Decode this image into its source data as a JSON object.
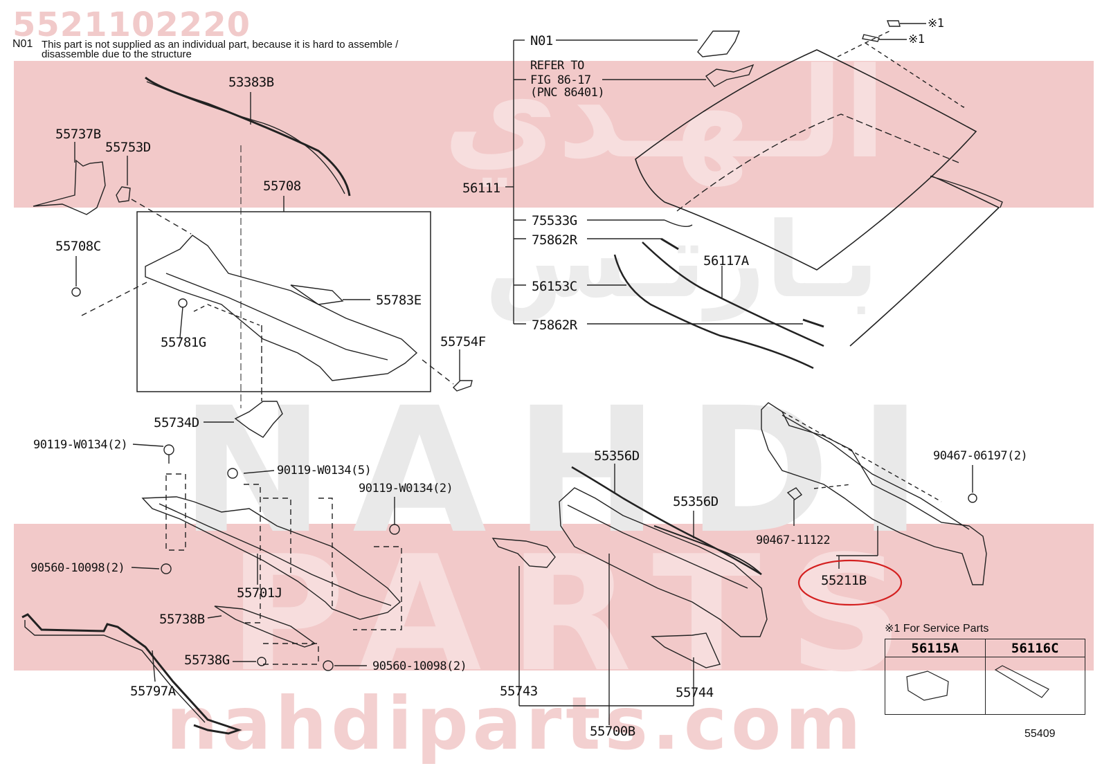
{
  "header": {
    "part_number": "5521102220",
    "note_code": "N01",
    "note_line1": "This part is not supplied as an individual part, because it is hard to assemble /",
    "note_line2": "disassemble due to the structure"
  },
  "watermarks": {
    "arabic_brand": "الـهـدي",
    "arabic_parts": "بـارتـس",
    "brand_big": "NAHDI",
    "parts_big": "PARTS",
    "site": "nahdiparts.com"
  },
  "labels": {
    "p53383B": "53383B",
    "p55737B": "55737B",
    "p55753D": "55753D",
    "p55708": "55708",
    "p55708C": "55708C",
    "p55783E": "55783E",
    "p55781G": "55781G",
    "p55754F": "55754F",
    "p55734D": "55734D",
    "bolt_a": "90119-W0134(2)",
    "bolt_b": "90119-W0134(5)",
    "bolt_c": "90119-W0134(2)",
    "washer_a": "90560-10098(2)",
    "p55701J": "55701J",
    "p55738B": "55738B",
    "p55738G": "55738G",
    "washer_b": "90560-10098(2)",
    "p55797A": "55797A",
    "n01": "N01",
    "refer1": "REFER TO",
    "refer2": "FIG 86-17",
    "refer3": "(PNC 86401)",
    "p56111": "56111",
    "p75533G": "75533G",
    "p75862R_a": "75862R",
    "p56153C": "56153C",
    "p75862R_b": "75862R",
    "p56117A": "56117A",
    "mark1": "※1",
    "mark2": "※1",
    "p55356D_a": "55356D",
    "p55356D_b": "55356D",
    "p55743": "55743",
    "p55744": "55744",
    "p55700B": "55700B",
    "clip_a": "90467-06197(2)",
    "clip_b": "90467-11122",
    "p55211B": "55211B"
  },
  "service": {
    "heading": "※1 For Service Parts",
    "col1": "56115A",
    "col2": "56116C"
  },
  "figure_number": "55409",
  "colors": {
    "highlight_circle": "#d42020",
    "band": "#f2c9c9",
    "line": "#222222"
  }
}
